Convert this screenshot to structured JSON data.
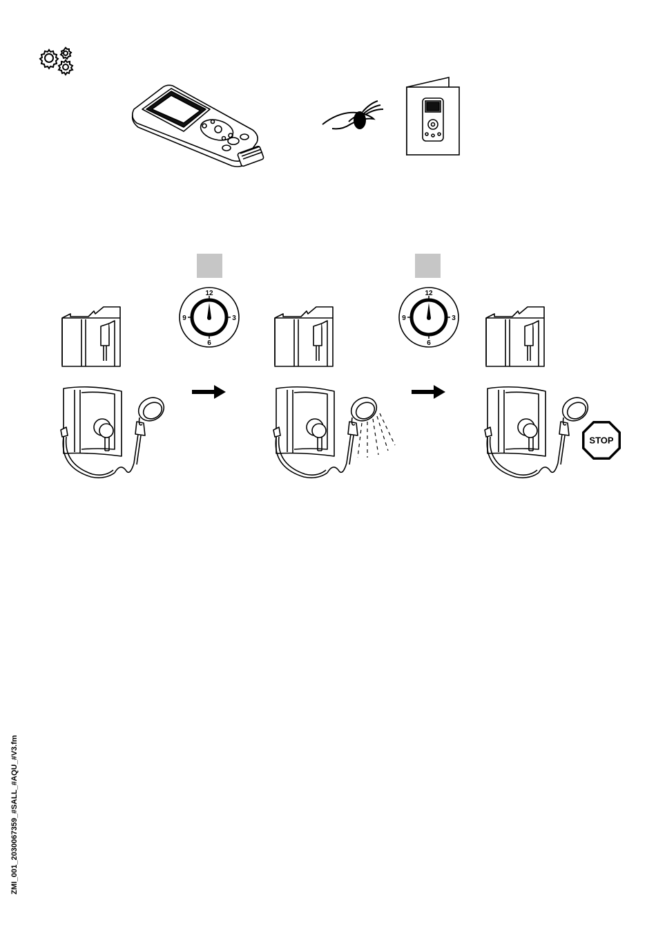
{
  "clocks": [
    {
      "n12": "12",
      "n3": "3",
      "n6": "6",
      "n9": "9"
    },
    {
      "n12": "12",
      "n3": "3",
      "n6": "6",
      "n9": "9"
    }
  ],
  "stop_label": "STOP",
  "footer_code": "ZMI_001_2030067359_#SALL_#AQU_#V3.fm",
  "icons": [
    "gears-icon",
    "remote-control-icon",
    "eye-icon",
    "manual-booklet-icon",
    "clock-icon",
    "arrow-right-icon",
    "shower-panel-icon",
    "stop-sign-icon"
  ]
}
